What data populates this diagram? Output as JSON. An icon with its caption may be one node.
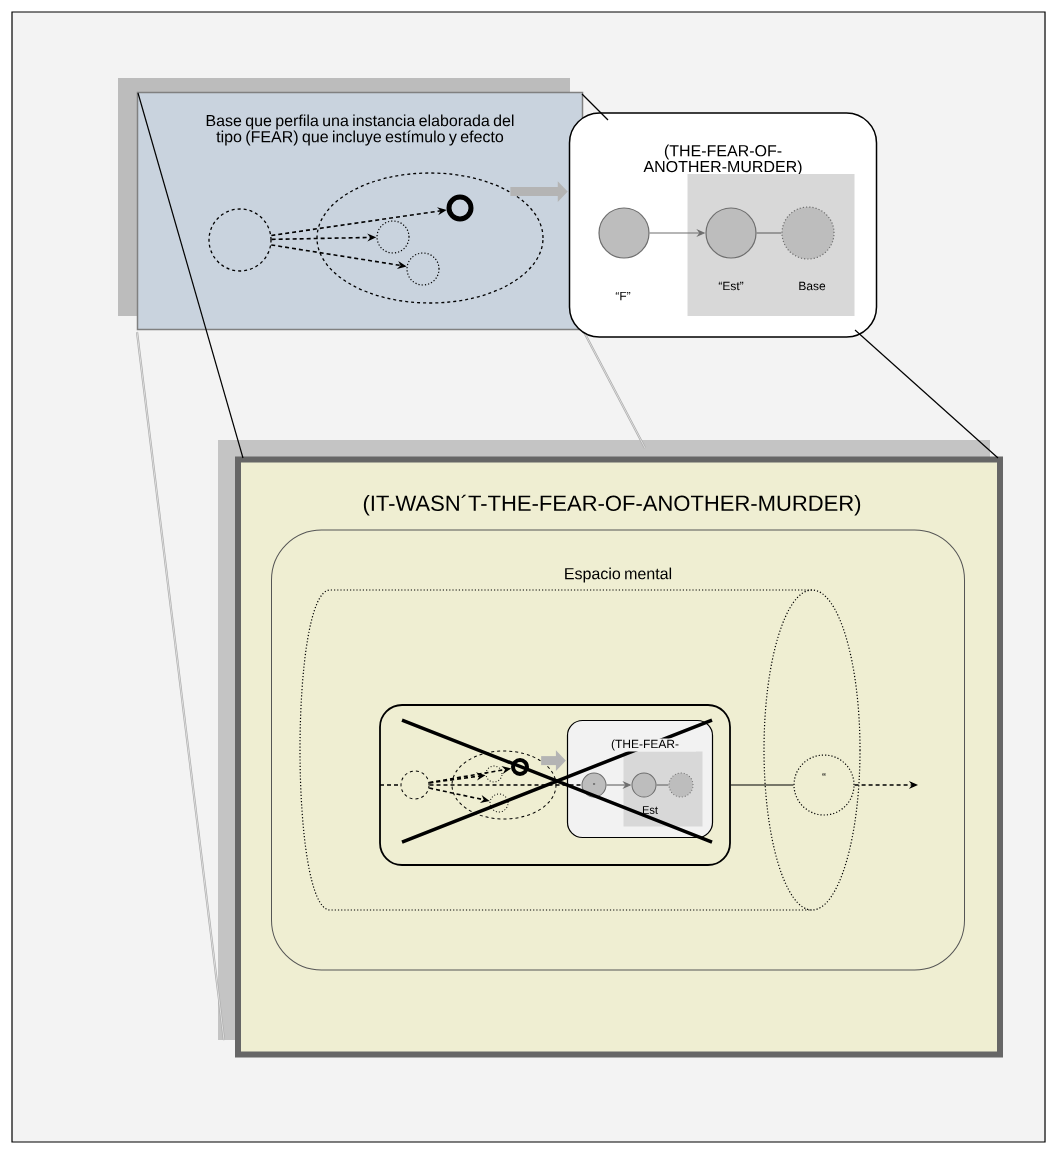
{
  "diagram": {
    "nodes": [
      {
        "text": [
          "Base que perfila una instancia elaborada del tipo (FEAR) que incluye estímulo y efecto"
        ]
      },
      {
        "text": [],
        "shape": "circle",
        "in": 0
      },
      {
        "text": [],
        "shape": "ellipse",
        "in": 0
      },
      {
        "text": [],
        "shape": "circle",
        "in": 2
      },
      {
        "text": [],
        "shape": "circle",
        "in": 2
      },
      {
        "text": [],
        "shape": "circle",
        "in": 2
      },
      {
        "text": [
          "(THE-FEAR-OF-ANOTHER-MURDER)"
        ]
      },
      {
        "text": [],
        "shape": "box",
        "in": 6
      },
      {
        "text": [],
        "shape": "circle",
        "in": 6,
        "beside": [
          "“F”"
        ]
      },
      {
        "text": [],
        "shape": "circle",
        "in": 7,
        "beside": [
          "“Est”"
        ]
      },
      {
        "text": [],
        "shape": "circle",
        "in": 7,
        "beside": [
          "Base"
        ]
      },
      {
        "text": [
          "(IT-WASN´T-THE-FEAR-OF-ANOTHER-MURDER)"
        ]
      },
      {
        "text": [
          "Espacio mental"
        ],
        "in": 11
      },
      {
        "text": [],
        "shape": "cylinder",
        "in": 12
      },
      {
        "text": [],
        "shape": "box",
        "in": 13
      },
      {
        "text": [],
        "shape": "circle",
        "in": 14
      },
      {
        "text": [],
        "shape": "ellipse",
        "in": 14
      },
      {
        "text": [],
        "shape": "circle",
        "in": 16
      },
      {
        "text": [],
        "shape": "circle",
        "in": 16
      },
      {
        "text": [],
        "shape": "circle",
        "in": 16
      },
      {
        "text": [
          "(THE-FEAR-"
        ],
        "in": 14
      },
      {
        "text": [],
        "shape": "box",
        "in": 20
      },
      {
        "text": [
          "-"
        ],
        "in": 20
      },
      {
        "text": [],
        "shape": "circle",
        "in": 21,
        "beside": [
          "Est"
        ]
      },
      {
        "text": [],
        "shape": "circle",
        "in": 21
      },
      {
        "text": [
          "“"
        ],
        "in": 13
      }
    ],
    "edges": [
      {
        "from": 1,
        "to": 5,
        "arrow": "to",
        "style": "dashed"
      },
      {
        "from": 1,
        "to": 3,
        "arrow": "to",
        "style": "dashed"
      },
      {
        "from": 1,
        "to": 4,
        "arrow": "to",
        "style": "dashed"
      },
      {
        "from": 2,
        "to": 6,
        "arrow": "to",
        "style": "thick",
        "color": "#b4b4b4"
      },
      {
        "from": 8,
        "to": 9,
        "arrow": "to",
        "color": "#6e6e6e"
      },
      {
        "from": 9,
        "to": 10,
        "arrow": "none",
        "color": "#6e6e6e"
      },
      {
        "from": 15,
        "to": 19,
        "arrow": "to",
        "style": "dashed"
      },
      {
        "from": 15,
        "to": 17,
        "arrow": "to",
        "style": "dashed"
      },
      {
        "from": 15,
        "to": 18,
        "arrow": "to",
        "style": "dashed"
      },
      {
        "from": 16,
        "to": 20,
        "arrow": "to",
        "style": "thick",
        "color": "#b4b4b4"
      },
      {
        "from": 22,
        "to": 23,
        "arrow": "to",
        "color": "#6e6e6e"
      },
      {
        "from": 23,
        "to": 24,
        "arrow": "none",
        "color": "#6e6e6e"
      },
      {
        "from": 14,
        "to": 25,
        "arrow": "none"
      },
      {
        "from": 25,
        "to": null,
        "arrow": "to",
        "style": "dashed"
      },
      {
        "from": null,
        "to": 15,
        "arrow": "none",
        "style": "dashed"
      },
      {
        "from": 15,
        "to": 22,
        "arrow": "none",
        "style": "dashed"
      }
    ]
  }
}
